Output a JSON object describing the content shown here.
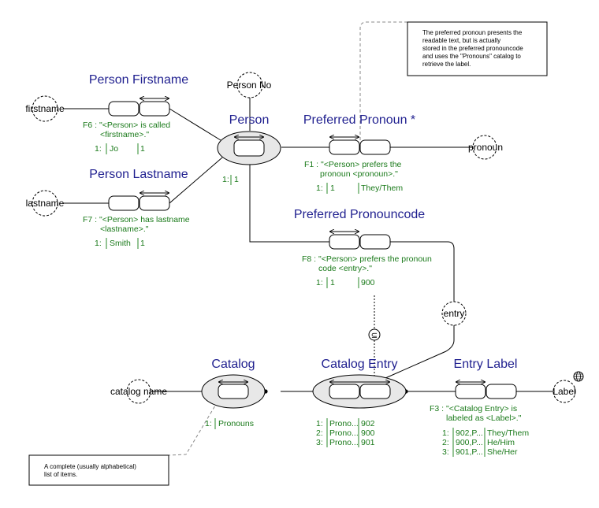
{
  "entities": {
    "person": {
      "title": "Person",
      "ref": "Person No",
      "pop_index": "1:",
      "pop_value": "1"
    },
    "catalog": {
      "title": "Catalog",
      "ref": "catalog name",
      "pop_index": "1:",
      "pop_value": "Pronouns"
    },
    "catalog_entry": {
      "title": "Catalog Entry",
      "rows": [
        {
          "idx": "1:",
          "a": "Prono...",
          "b": "902"
        },
        {
          "idx": "2:",
          "a": "Prono...",
          "b": "900"
        },
        {
          "idx": "3:",
          "a": "Prono...",
          "b": "901"
        }
      ]
    }
  },
  "facts": {
    "firstname": {
      "title": "Person Firstname",
      "role": "firstname",
      "reading_label": "F6 :",
      "reading_1": "\"<Person> is called",
      "reading_2": "<firstname>.\"",
      "row": {
        "idx": "1:",
        "a": "Jo",
        "b": "1"
      }
    },
    "lastname": {
      "title": "Person Lastname",
      "role": "lastname",
      "reading_label": "F7 :",
      "reading_1": "\"<Person> has lastname",
      "reading_2": "<lastname>.\"",
      "row": {
        "idx": "1:",
        "a": "Smith",
        "b": "1"
      }
    },
    "pronoun": {
      "title": "Preferred Pronoun *",
      "role": "pronoun",
      "reading_label": "F1 :",
      "reading_1": "\"<Person> prefers the",
      "reading_2": "pronoun <pronoun>.\"",
      "row": {
        "idx": "1:",
        "a": "1",
        "b": "They/Them"
      }
    },
    "pronouncode": {
      "title": "Preferred Pronouncode",
      "role": "entry",
      "reading_label": "F8 :",
      "reading_1": "\"<Person> prefers the pronoun",
      "reading_2": "code <entry>.\"",
      "row": {
        "idx": "1:",
        "a": "1",
        "b": "900"
      }
    },
    "entry_label": {
      "title": "Entry Label",
      "role": "Label",
      "reading_label": "F3 :",
      "reading_1": "\"<Catalog Entry> is",
      "reading_2": "labeled as <Label>.\"",
      "rows": [
        {
          "idx": "1:",
          "a": "902,P...",
          "b": "They/Them"
        },
        {
          "idx": "2:",
          "a": "900,P...",
          "b": "He/Him"
        },
        {
          "idx": "3:",
          "a": "901,P...",
          "b": "She/Her"
        }
      ]
    }
  },
  "subset_symbol": "⊆",
  "notes": {
    "pronoun_note": [
      "The preferred pronoun presents the",
      "readable text, but is actually",
      "stored in the preferred pronouncode",
      "and uses the \"Pronouns\" catalog to",
      "retrieve the label."
    ],
    "catalog_note": [
      "A complete (usually alphabetical)",
      "list of items."
    ]
  },
  "icons": {
    "globe": "globe-icon"
  }
}
